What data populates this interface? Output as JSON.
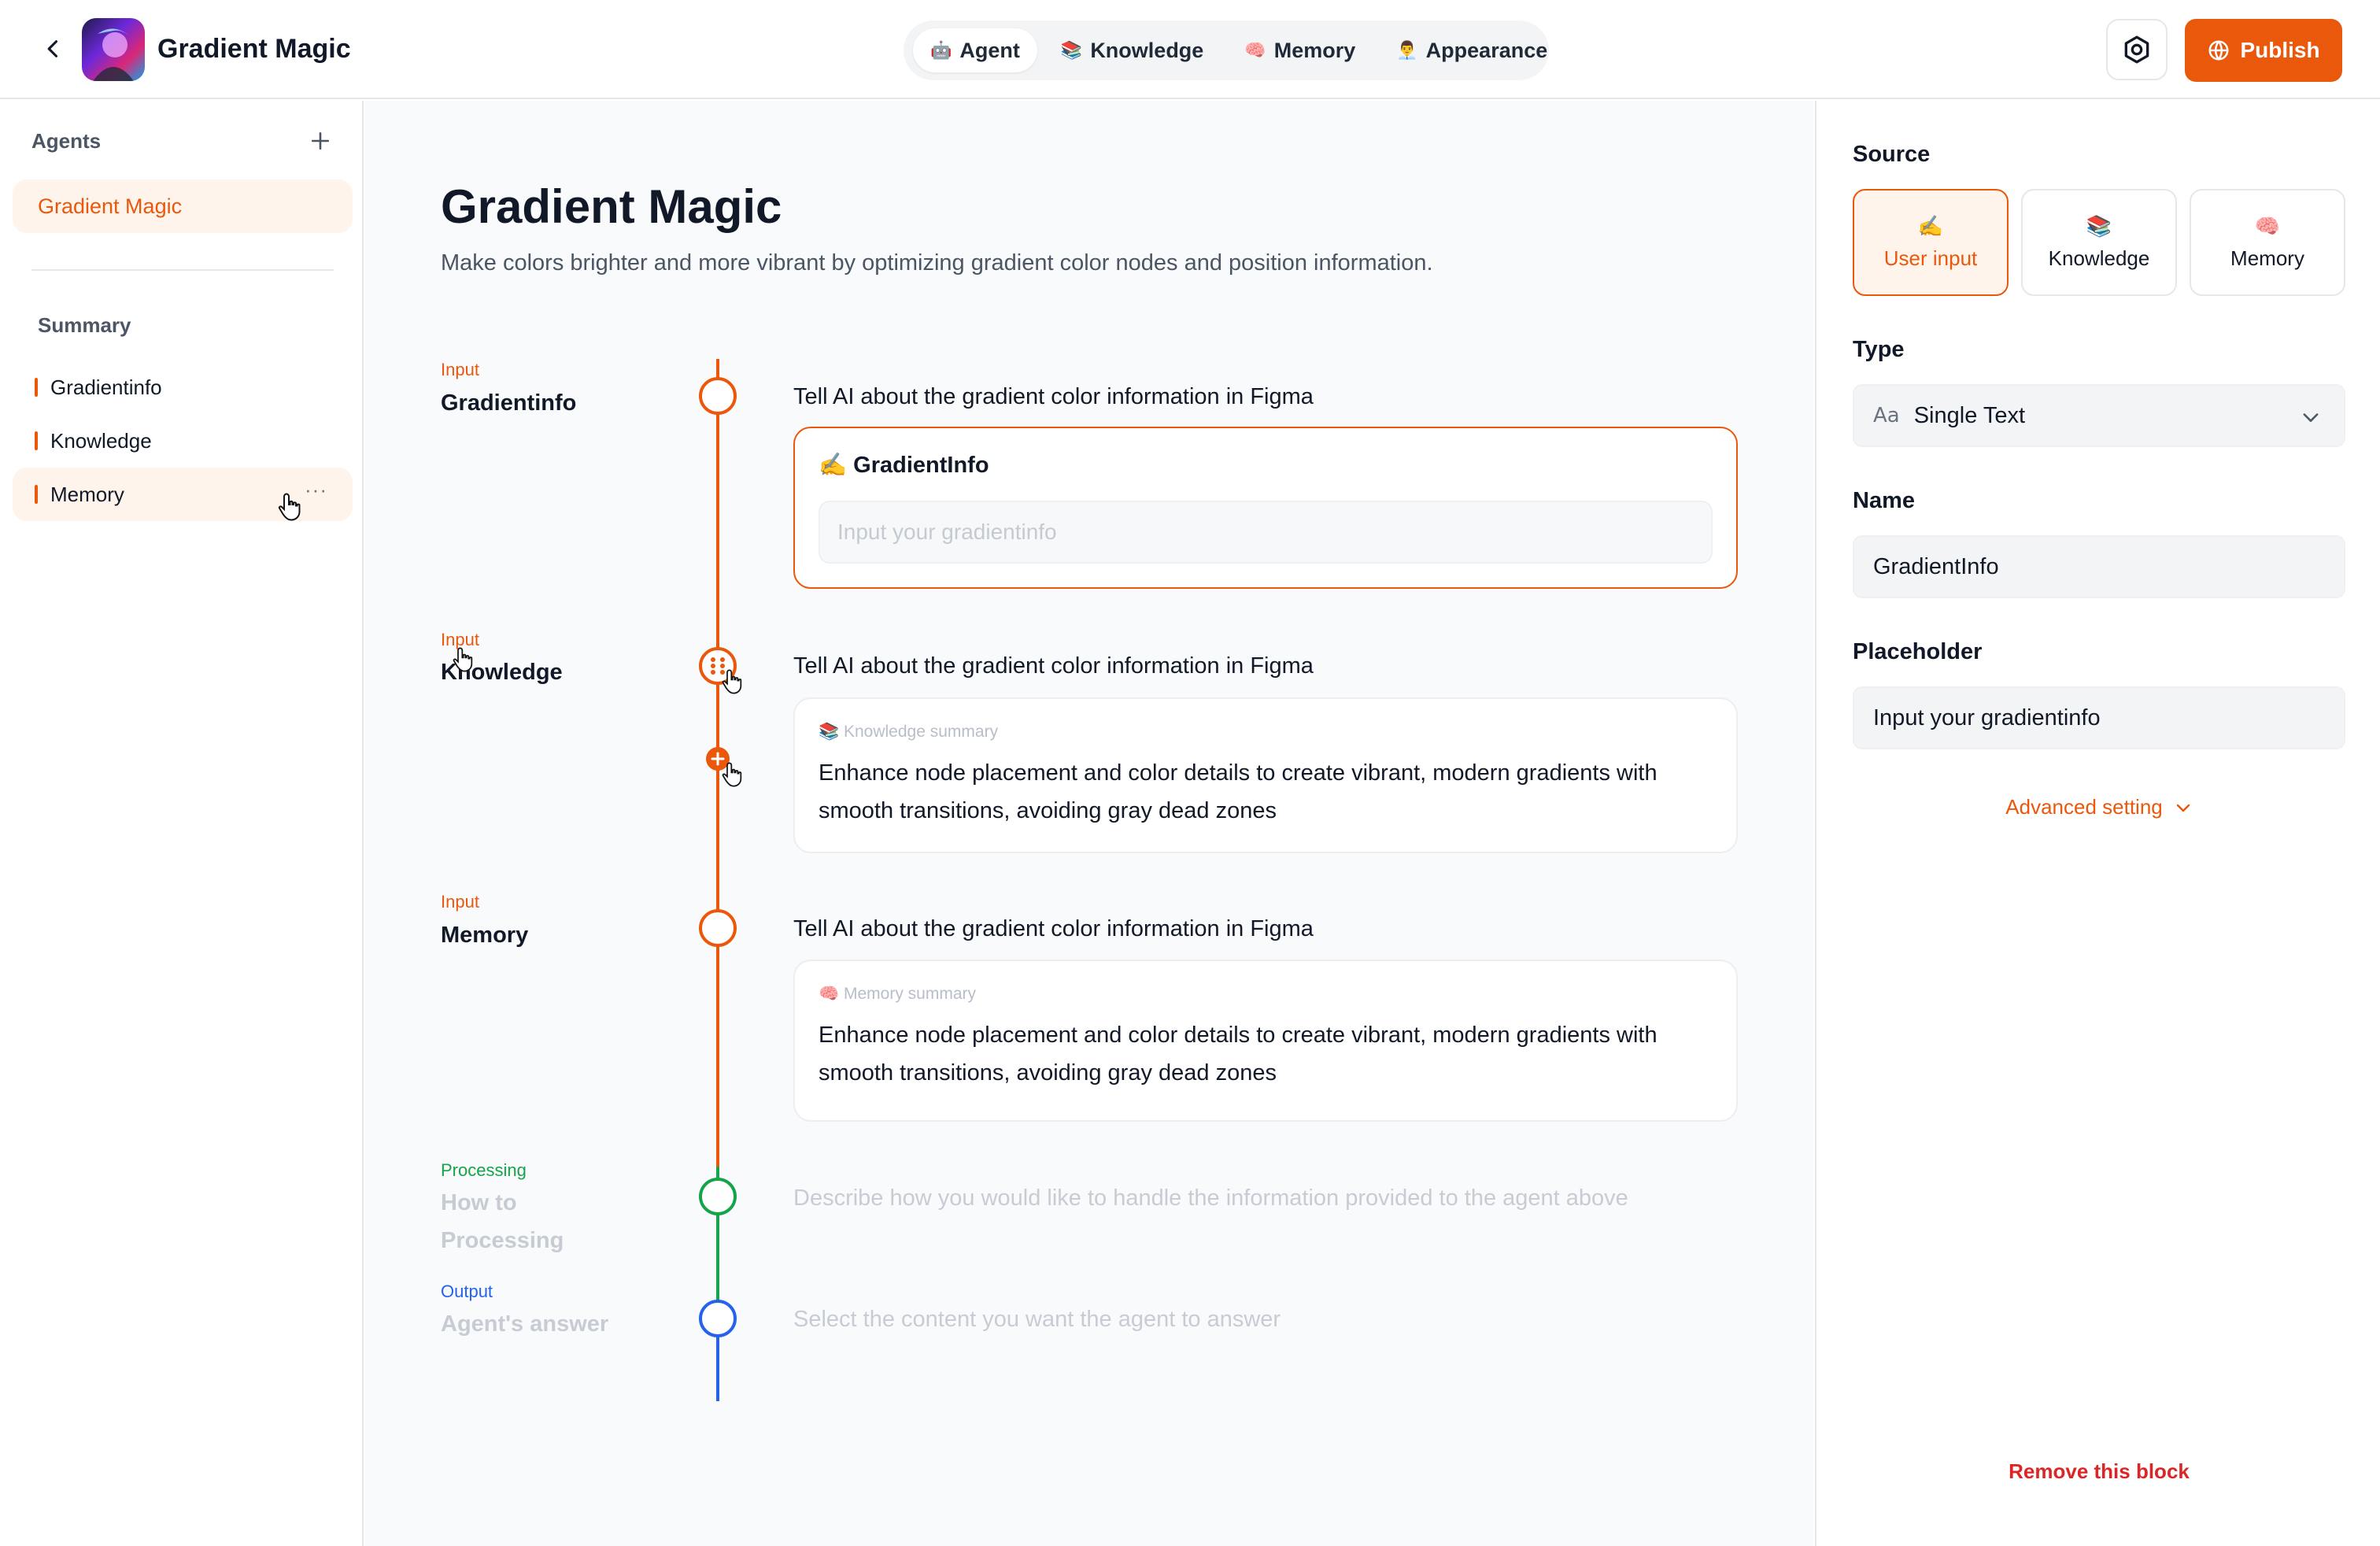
{
  "header": {
    "title": "Gradient Magic",
    "tabs": [
      {
        "emoji": "🤖",
        "label": "Agent",
        "active": true
      },
      {
        "emoji": "📚",
        "label": "Knowledge",
        "active": false
      },
      {
        "emoji": "🧠",
        "label": "Memory",
        "active": false
      },
      {
        "emoji": "👨‍💼",
        "label": "Appearance",
        "active": false
      }
    ],
    "publish_label": "Publish",
    "accent_color": "#ea580c"
  },
  "sidebar": {
    "agents_heading": "Agents",
    "active_agent": "Gradient Magic",
    "summary_heading": "Summary",
    "items": [
      {
        "label": "Gradientinfo"
      },
      {
        "label": "Knowledge"
      },
      {
        "label": "Memory",
        "more": "···"
      }
    ]
  },
  "main": {
    "title": "Gradient Magic",
    "description": "Make colors brighter and more vibrant by optimizing gradient color nodes and position information.",
    "steps": [
      {
        "kind": "Input",
        "name": "Gradientinfo",
        "question": "Tell AI about the gradient color information in Figma",
        "card_emoji": "✍️",
        "card_title": "GradientInfo",
        "input_placeholder": "Input your gradientinfo"
      },
      {
        "kind": "Input",
        "name": "Knowledge",
        "question": "Tell AI about the gradient color information in Figma",
        "card_label": "📚 Knowledge summary",
        "card_text": "Enhance node placement and color details to create vibrant, modern gradients with smooth transitions, avoiding gray dead zones"
      },
      {
        "kind": "Input",
        "name": "Memory",
        "question": "Tell AI about the gradient color information in Figma",
        "card_label": "🧠 Memory summary",
        "card_text": "Enhance node placement and color details to create vibrant, modern gradients with smooth transitions, avoiding gray dead zones"
      },
      {
        "kind": "Processing",
        "name_line1": "How to",
        "name_line2": "Processing",
        "question": "Describe how you would like to handle the information provided to the agent above"
      },
      {
        "kind": "Output",
        "name": "Agent's answer",
        "question": "Select the content you want the agent to answer"
      }
    ],
    "colors": {
      "input": "#ea580c",
      "processing": "#16a34a",
      "output": "#2563eb"
    }
  },
  "panel": {
    "source_label": "Source",
    "sources": [
      {
        "emoji": "✍️",
        "label": "User input",
        "active": true
      },
      {
        "emoji": "📚",
        "label": "Knowledge",
        "active": false
      },
      {
        "emoji": "🧠",
        "label": "Memory",
        "active": false
      }
    ],
    "type_label": "Type",
    "type_icon": "Aa",
    "type_value": "Single Text",
    "name_label": "Name",
    "name_value": "GradientInfo",
    "placeholder_label": "Placeholder",
    "placeholder_value": "Input your gradientinfo",
    "advanced_label": "Advanced setting",
    "remove_label": "Remove this block"
  }
}
